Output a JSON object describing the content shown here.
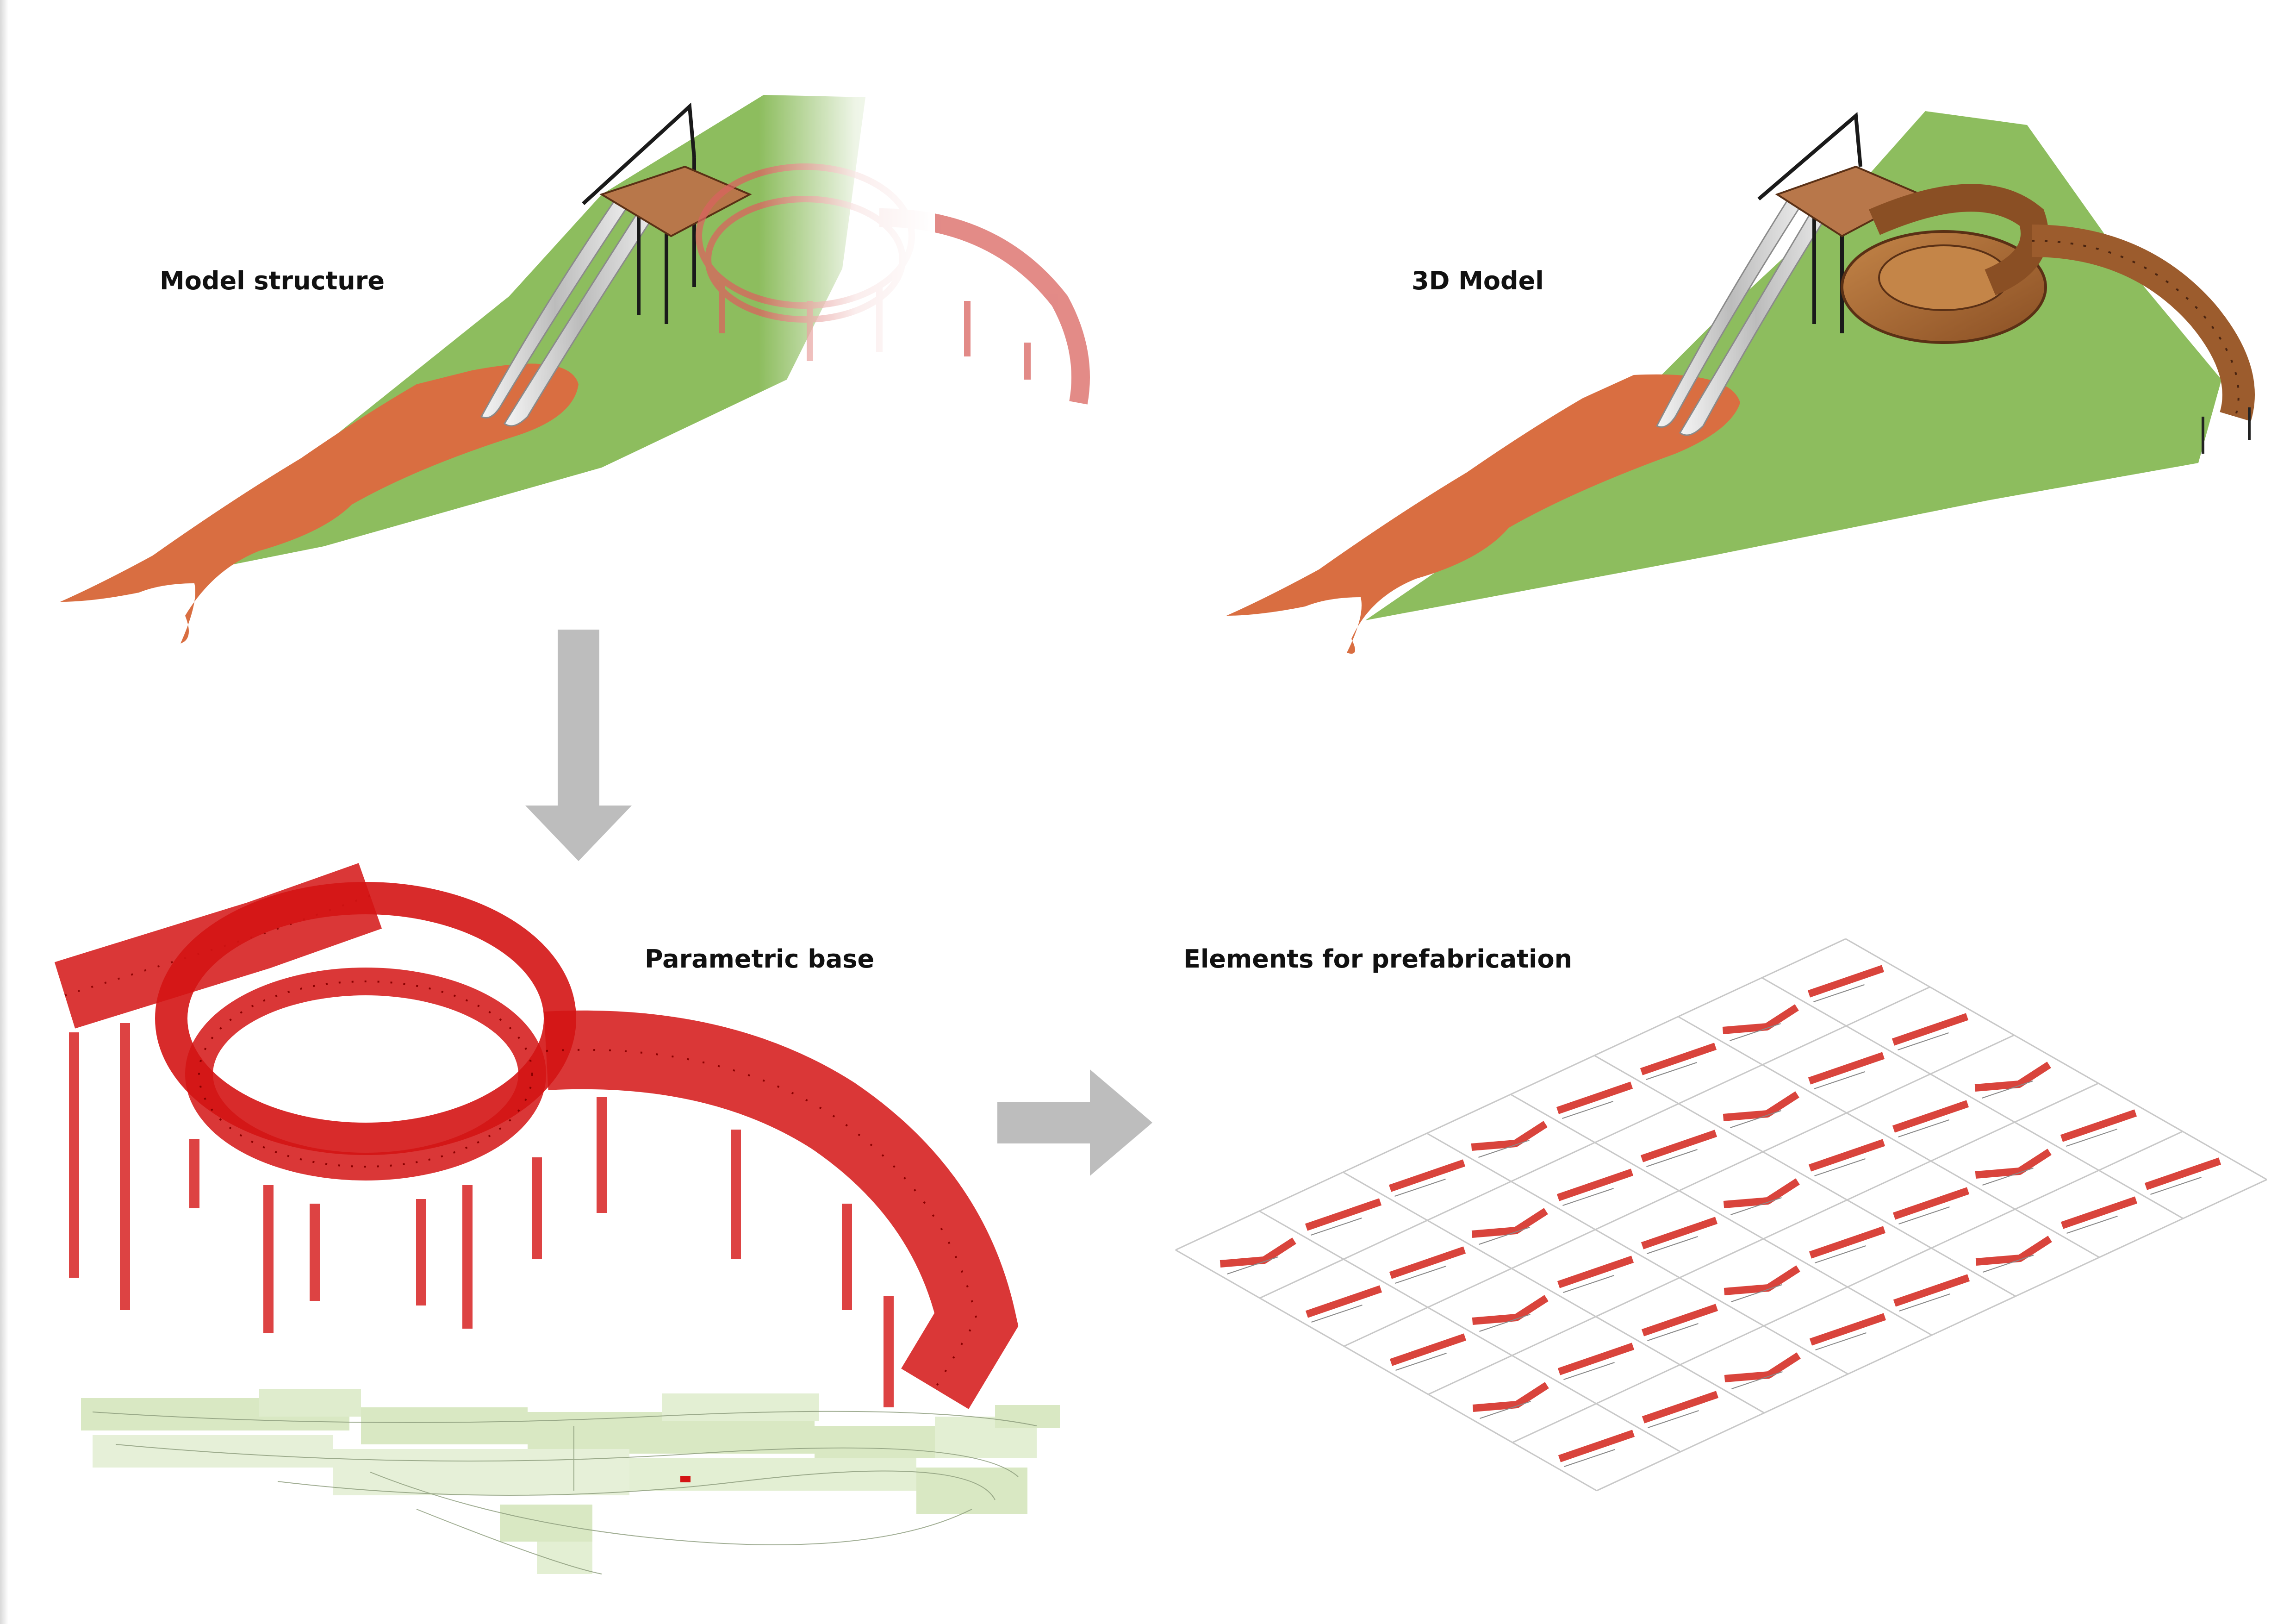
{
  "labels": {
    "model_structure": "Model structure",
    "model_3d": "3D Model",
    "parametric_base": "Parametric base",
    "prefab_elements": "Elements for prefabrication"
  },
  "colors": {
    "terrain": "#8dbd5e",
    "surface": "#d96e41",
    "structure_red": "#d41414",
    "wood": "#a86634",
    "arrow": "#bdbdbd",
    "node_graph": "#d9e8c3"
  },
  "icons": {
    "down_arrow": "arrow-down-icon",
    "right_arrow": "arrow-right-icon"
  }
}
